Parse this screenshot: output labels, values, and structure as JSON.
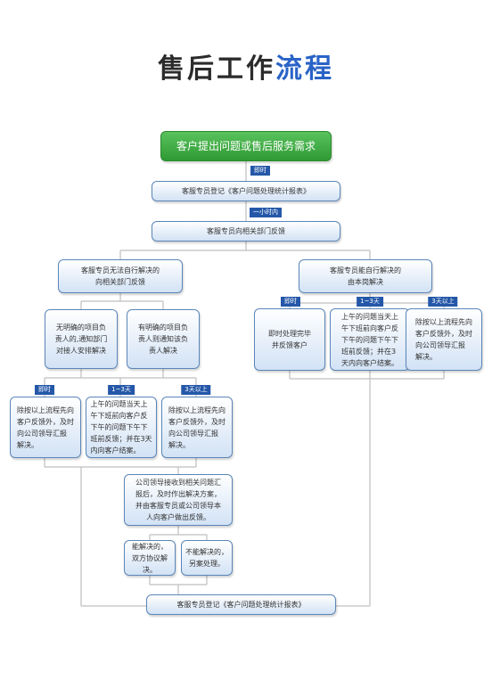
{
  "title": {
    "main": "售后工作",
    "accent": "流程"
  },
  "nodes": {
    "start": "客户提出问题或售后服务需求",
    "register_top": "客服专员登记《客户问题处理统计报表》",
    "feedback": "客服专员向相关部门反馈",
    "cannot_solve": "客服专员无法自行解决的\n向相关部门反馈",
    "can_solve": "客服专员能自行解决的\n由本岗解决",
    "no_owner": "无明确的项目负\n责人的,通知部门\n对接人安排解决",
    "has_owner": "有明确的项目负\n责人则通知该负\n责人解决",
    "left_immediate": "除按以上流程先向\n客户反馈外，及时\n向公司领导汇报\n解决。",
    "left_1to3": "上午的问题当天上\n午下班前向客户反\n下午的问题下午下\n班前反馈；并在3天\n内向客户结案。",
    "left_3plus": "除按以上流程先向\n客户反馈外，及时\n向公司领导汇报\n解决。",
    "right_immediate": "即时处理完毕\n并反馈客户",
    "right_1to3": "上午的问题当天上\n午下班前向客户反\n下午的问题下午下\n班前反馈；并在3\n天内向客户结案。",
    "right_3plus": "除按以上流程先向\n客户反馈外，及时\n向公司领导汇报\n解决。",
    "leader": "公司领导接收到相关问题汇\n报后，及时作出解决方案，\n并由客服专员或公司领导本\n人向客户做出反馈。",
    "resolved": "能解决的，\n双方协议解决。",
    "unresolved": "不能解决的，\n另案处理。",
    "register_bottom": "客服专员登记《客户问题处理统计报表》"
  },
  "tags": {
    "t_immediate": "即时",
    "t_one_hour": "一小时内",
    "r_immediate": "即时",
    "r_1to3": "1~3天",
    "r_3plus": "3天以上",
    "l_immediate": "即时",
    "l_1to3": "1~3天",
    "l_3plus": "3天以上"
  },
  "colors": {
    "accent": "#2a63c7",
    "start_green": "#3aa83e",
    "box_border": "#5b86b8",
    "box_fill": "#d2e2f5",
    "tag_fill": "#2457a8",
    "line": "#bfbfbf"
  }
}
